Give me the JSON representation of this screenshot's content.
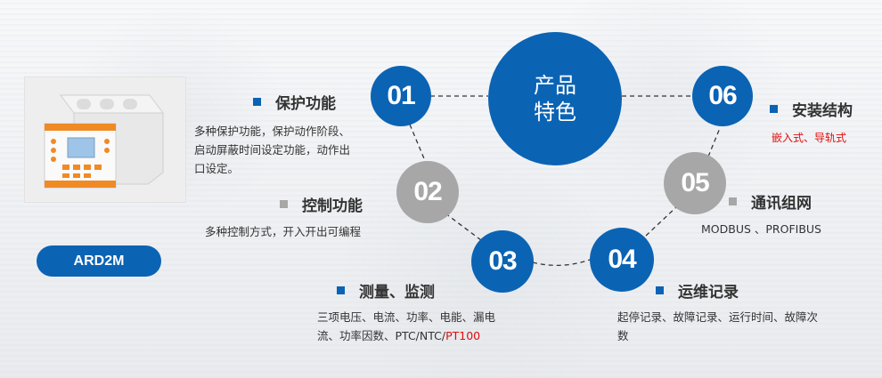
{
  "product": {
    "model": "ARD2M"
  },
  "center": {
    "line1": "产品",
    "line2": "特色"
  },
  "features": [
    {
      "num": "01",
      "title": "保护功能",
      "desc_lines": [
        "多种保护功能，保护动作阶段、",
        "启动屏蔽时间设定功能，动作出",
        "口设定。"
      ]
    },
    {
      "num": "02",
      "title": "控制功能",
      "desc_lines": [
        "多种控制方式，开入开出可编程"
      ]
    },
    {
      "num": "03",
      "title": "测量、监测",
      "desc_lines": [
        "三项电压、电流、功率、电能、漏电"
      ],
      "desc_line2_prefix": "流、功率因数、PTC/NTC/",
      "desc_line2_highlight": "PT100"
    },
    {
      "num": "04",
      "title": "运维记录",
      "desc_lines": [
        "起停记录、故障记录、运行时间、故障次",
        "数"
      ]
    },
    {
      "num": "05",
      "title": "通讯组网",
      "desc_lines": [
        "MODBUS 、PROFIBUS"
      ]
    },
    {
      "num": "06",
      "title": "安装结构",
      "desc_lines": [
        "嵌入式、导轨式"
      ]
    }
  ],
  "colors": {
    "blue": "#0b63b4",
    "gray": "#a7a7a7",
    "highlight": "#e10d0d"
  }
}
